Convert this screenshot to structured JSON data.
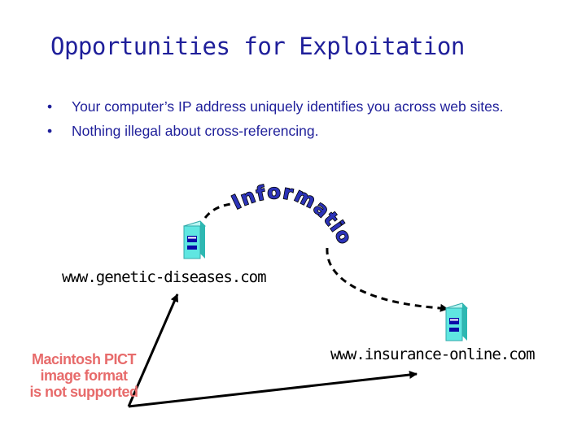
{
  "slide": {
    "title": "Opportunities for Exploitation",
    "bullets": [
      "Your computer’s IP address uniquely identifies you across web sites.",
      "Nothing illegal about cross-referencing."
    ]
  },
  "diagram": {
    "wordart_text": "Information",
    "site_1": "www.genetic-diseases.com",
    "site_2": "www.insurance-online.com",
    "placeholder_lines": [
      "Macintosh PICT",
      "image format",
      "is not supported"
    ],
    "icon_names": [
      "server-tower-icon",
      "server-tower-icon"
    ],
    "colors": {
      "title": "#1f1f9a",
      "wordart_fill": "#2c33b8",
      "placeholder_text": "#e76b6b",
      "server_body": "#5fe6e1"
    }
  }
}
